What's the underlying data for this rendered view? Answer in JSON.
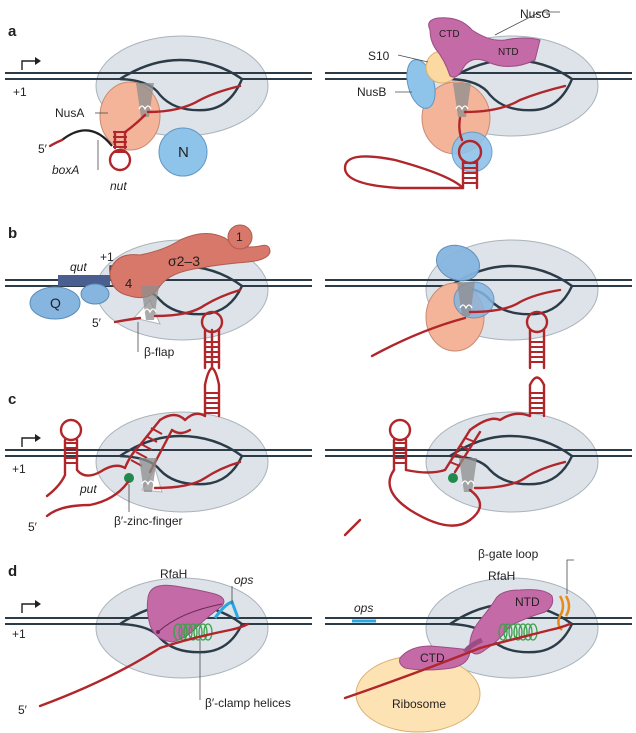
{
  "panels": {
    "a": "a",
    "b": "b",
    "c": "c",
    "d": "d"
  },
  "labels": {
    "tss": "+1",
    "five_prime": "5′",
    "nusa": "NusA",
    "boxa": "boxA",
    "n": "N",
    "nut": "nut",
    "nusg": "NusG",
    "ctd": "CTD",
    "ntd": "NTD",
    "s10": "S10",
    "nusb": "NusB",
    "qut": "qut",
    "q": "Q",
    "sigma4": "4",
    "sigma23": "σ2–3",
    "sigma1": "1",
    "beta_flap": "β-flap",
    "put": "put",
    "beta_zinc": "β′-zinc-finger",
    "rfah": "RfaH",
    "ops": "ops",
    "beta_clamp": "β′-clamp helices",
    "beta_gate": "β-gate loop",
    "ribosome": "Ribosome"
  },
  "colors": {
    "dna": "#2c3b48",
    "rna": "#b0262a",
    "rnap": "#dde3e8",
    "nusa": "#f3b49a",
    "n_protein": "#8ec3ea",
    "nusg": "#c46aa6",
    "s10": "#fcd9a0",
    "sigma": "#d8786a",
    "q_protein": "#86b6e0",
    "qut": "#4a5f8f",
    "rfah": "#c46aa6",
    "helix": "#3aa14a",
    "zinc": "#1f8a4c",
    "ops": "#29a8e0",
    "gate": "#e68a1a",
    "ribosome": "#fde2b3"
  }
}
